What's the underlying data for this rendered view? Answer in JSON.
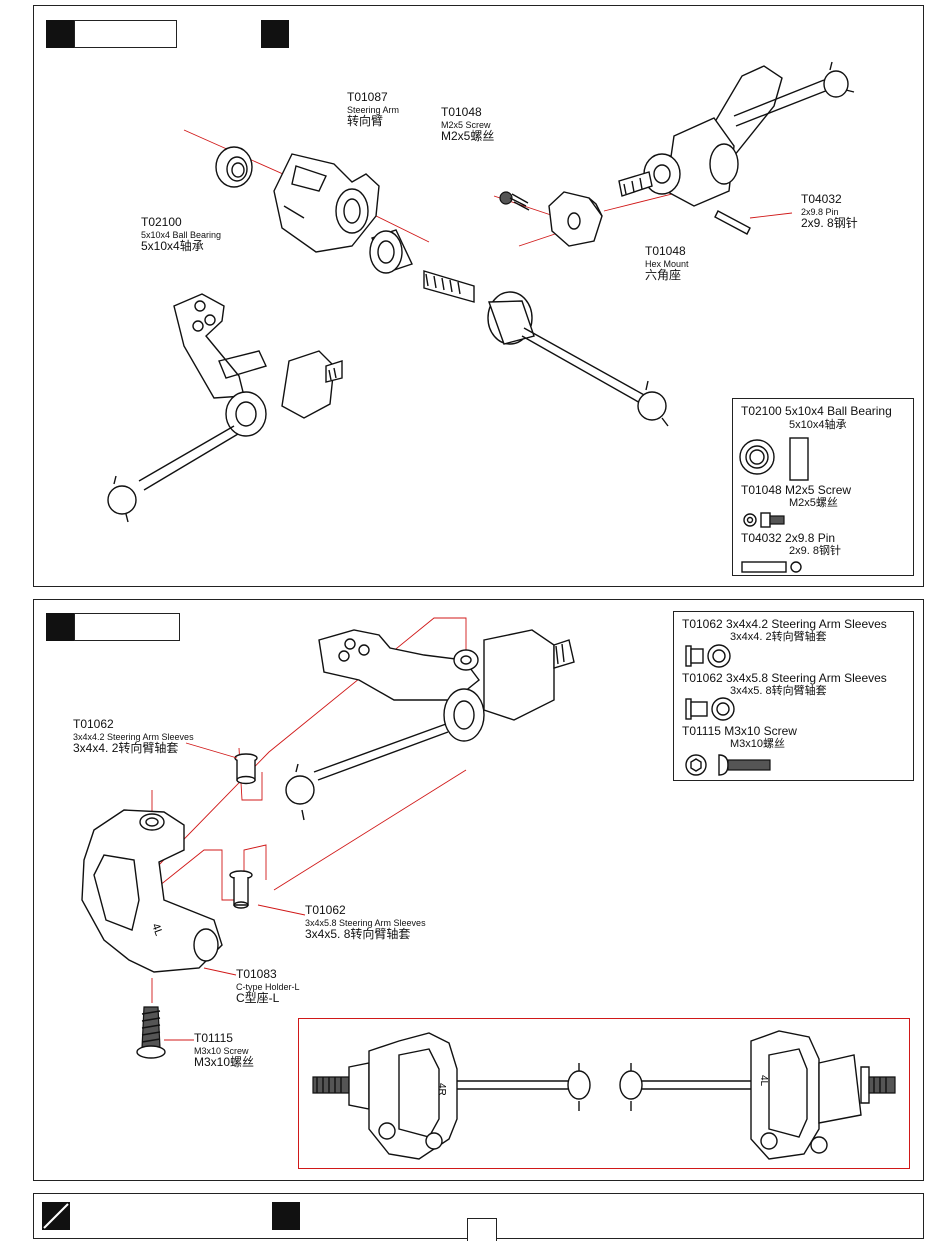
{
  "step1": {
    "labels": {
      "steering_arm": {
        "code": "T01087",
        "en": "Steering Arm",
        "cn": "转向臂"
      },
      "bearing": {
        "code": "T02100",
        "en": "5x10x4 Ball Bearing",
        "cn": "5x10x4轴承"
      },
      "m2_screw": {
        "code": "T01048",
        "en": "M2x5 Screw",
        "cn": "M2x5螺丝"
      },
      "hex_mount": {
        "code": "T01048",
        "en": "Hex Mount",
        "cn": "六角座"
      },
      "pin": {
        "code": "T04032",
        "en": "2x9.8 Pin",
        "cn": "2x9. 8钢针"
      }
    },
    "legend": {
      "r1_code": "T02100",
      "r1_en": "5x10x4 Ball Bearing",
      "r1_cn": "5x10x4轴承",
      "r2_code": "T01048",
      "r2_en": "M2x5 Screw",
      "r2_cn": "M2x5螺丝",
      "r3_code": "T04032",
      "r3_en": "2x9.8 Pin",
      "r3_cn": "2x9. 8钢针"
    }
  },
  "step2": {
    "labels": {
      "sleeve_42": {
        "code": "T01062",
        "en": "3x4x4.2 Steering Arm Sleeves",
        "cn": "3x4x4. 2转向臂轴套"
      },
      "sleeve_58": {
        "code": "T01062",
        "en": "3x4x5.8 Steering Arm Sleeves",
        "cn": "3x4x5. 8转向臂轴套"
      },
      "c_holder": {
        "code": "T01083",
        "en": "C-type Holder-L",
        "cn": "C型座-L"
      },
      "m3_screw": {
        "code": "T01115",
        "en": "M3x10 Screw",
        "cn": "M3x10螺丝"
      }
    },
    "legend": {
      "r1_code": "T01062",
      "r1_en": "3x4x4.2 Steering Arm Sleeves",
      "r1_cn": "3x4x4. 2转向臂轴套",
      "r2_code": "T01062",
      "r2_en": "3x4x5.8 Steering Arm Sleeves",
      "r2_cn": "3x4x5. 8转向臂轴套",
      "r3_code": "T01115",
      "r3_en": "M3x10 Screw",
      "r3_cn": "M3x10螺丝"
    },
    "marks": {
      "knuckle": "4L",
      "left_hub": "4R",
      "right_hub": "4L"
    }
  },
  "colors": {
    "accent_red": "#d01818",
    "ink": "#111111"
  }
}
